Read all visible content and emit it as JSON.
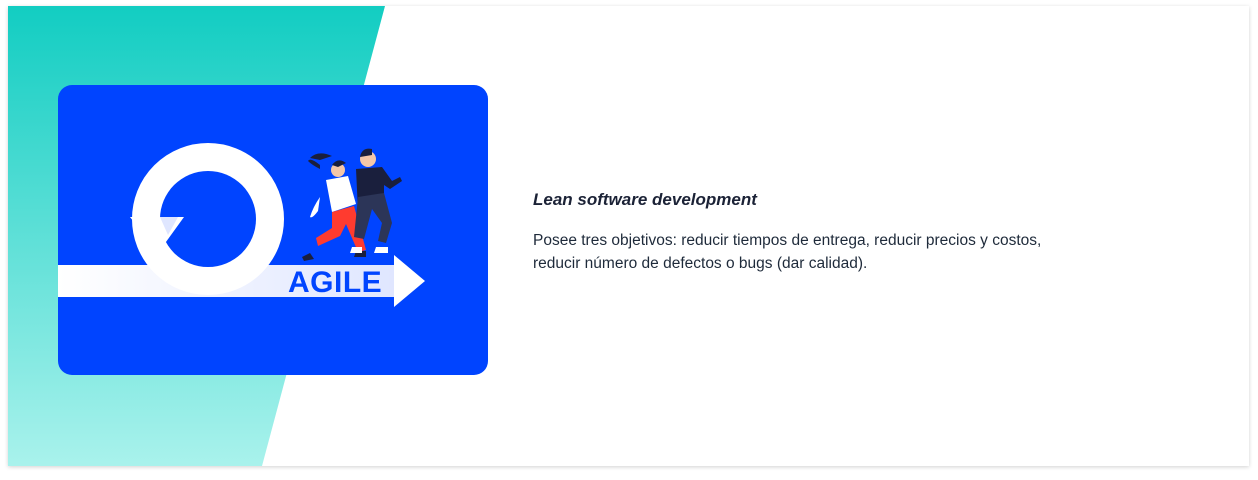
{
  "colors": {
    "teal_top": "#12cdc2",
    "teal_bottom": "#a9f2ec",
    "panel_blue": "#0044ff",
    "title_color": "#1b2236",
    "body_color": "#1e2a3a"
  },
  "illustration": {
    "label": "AGILE",
    "icons": [
      "cycle-arrow-icon",
      "person-woman-running-icon",
      "person-man-running-icon"
    ]
  },
  "section": {
    "title": "Lean software development",
    "body_line1": "Posee tres objetivos: reducir tiempos de entrega, reducir precios y costos,",
    "body_line2": "reducir número de defectos o bugs (dar calidad)."
  }
}
